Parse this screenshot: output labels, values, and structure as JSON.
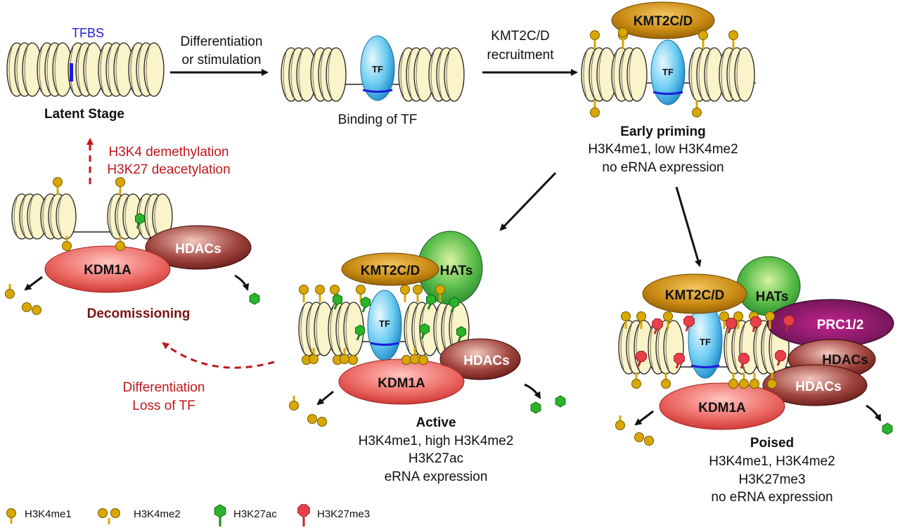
{
  "stages": {
    "latent": {
      "tfbs_label": "TFBS",
      "title": "Latent Stage"
    },
    "arrow1": {
      "line1": "Differentiation",
      "line2": "or stimulation"
    },
    "binding": {
      "title": "Binding of TF",
      "tf": "TF"
    },
    "arrow2": {
      "line1": "KMT2C/D",
      "line2": "recruitment"
    },
    "early": {
      "title": "Early priming",
      "desc1": "H3K4me1, low H3K4me2",
      "desc2": "no eRNA expression",
      "kmt": "KMT2C/D",
      "tf": "TF"
    },
    "decom": {
      "demeth": "H3K4 demethylation",
      "deacet": "H3K27 deacetylation",
      "title": "Decomissioning",
      "kdm": "KDM1A",
      "hdacs": "HDACs"
    },
    "loss": {
      "line1": "Differentiation",
      "line2": "Loss of TF"
    },
    "active": {
      "title": "Active",
      "desc1": "H3K4me1, high H3K4me2",
      "desc2": "H3K27ac",
      "desc3": "eRNA expression",
      "kmt": "KMT2C/D",
      "hats": "HATs",
      "tf": "TF",
      "hdacs": "HDACs",
      "kdm": "KDM1A"
    },
    "poised": {
      "title": "Poised",
      "desc1": "H3K4me1, H3K4me2",
      "desc2": "H3K27me3",
      "desc3": "no eRNA expression",
      "kmt": "KMT2C/D",
      "hats": "HATs",
      "prc": "PRC1/2",
      "hdacs1": "HDACs",
      "hdacs2": "HDACs",
      "tf": "TF",
      "kdm": "KDM1A"
    }
  },
  "legend": {
    "me1": "H3K4me1",
    "me2": "H3K4me2",
    "ac": "H3K27ac",
    "me3": "H3K27me3"
  },
  "colors": {
    "nucleosome": "#fbf3c9",
    "methyl": "#d8a800",
    "acetyl": "#2bb32b",
    "trimethyl": "#e8404a",
    "tf": "#3fb6e8",
    "kmt": "#c8860f",
    "kdm": "#e55252",
    "hdac": "#7a1f1f",
    "hat": "#2e9e37",
    "prc": "#8a1a6a",
    "red_text": "#c0171b",
    "blue_text": "#1d1ddb"
  }
}
